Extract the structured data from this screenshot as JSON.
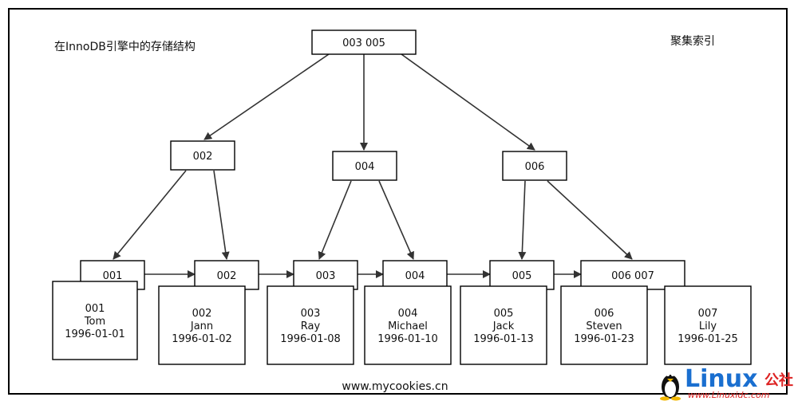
{
  "title": "在InnoDB引擎中的存储结构",
  "index_label": "聚集索引",
  "footer_url": "www.mycookies.cn",
  "root": {
    "id": "root",
    "label": "003  005"
  },
  "internal": [
    {
      "id": "n002",
      "label": "002"
    },
    {
      "id": "n004",
      "label": "004"
    },
    {
      "id": "n006",
      "label": "006"
    }
  ],
  "leaves": [
    {
      "id": "l001",
      "label": "001"
    },
    {
      "id": "l002",
      "label": "002"
    },
    {
      "id": "l003",
      "label": "003"
    },
    {
      "id": "l004",
      "label": "004"
    },
    {
      "id": "l005",
      "label": "005"
    },
    {
      "id": "l006",
      "label": "006  007"
    }
  ],
  "records": [
    {
      "id": "r001",
      "lines": [
        "001",
        "Tom",
        "1996-01-01"
      ]
    },
    {
      "id": "r002",
      "lines": [
        "002",
        "Jann",
        "1996-01-02"
      ]
    },
    {
      "id": "r003",
      "lines": [
        "003",
        "Ray",
        "1996-01-08"
      ]
    },
    {
      "id": "r004",
      "lines": [
        "004",
        "Michael",
        "1996-01-10"
      ]
    },
    {
      "id": "r005",
      "lines": [
        "005",
        "Jack",
        "1996-01-13"
      ]
    },
    {
      "id": "r006",
      "lines": [
        "006",
        "Steven",
        "1996-01-23"
      ]
    },
    {
      "id": "r007",
      "lines": [
        "007",
        "Lily",
        "1996-01-25"
      ]
    }
  ],
  "edges": [
    {
      "from": "root",
      "to": "n002"
    },
    {
      "from": "root",
      "to": "n004"
    },
    {
      "from": "root",
      "to": "n006"
    },
    {
      "from": "n002",
      "to": "l001"
    },
    {
      "from": "n002",
      "to": "l002"
    },
    {
      "from": "n004",
      "to": "l003"
    },
    {
      "from": "n004",
      "to": "l004"
    },
    {
      "from": "n006",
      "to": "l005"
    },
    {
      "from": "n006",
      "to": "l006"
    }
  ],
  "leaf_links": [
    {
      "from": "l001",
      "to": "l002"
    },
    {
      "from": "l002",
      "to": "l003"
    },
    {
      "from": "l003",
      "to": "l004"
    },
    {
      "from": "l004",
      "to": "l005"
    },
    {
      "from": "l005",
      "to": "l006"
    }
  ],
  "watermark": {
    "brand": "Linux",
    "brand_cn": "公社",
    "url": "www.Linuxidc.com"
  }
}
